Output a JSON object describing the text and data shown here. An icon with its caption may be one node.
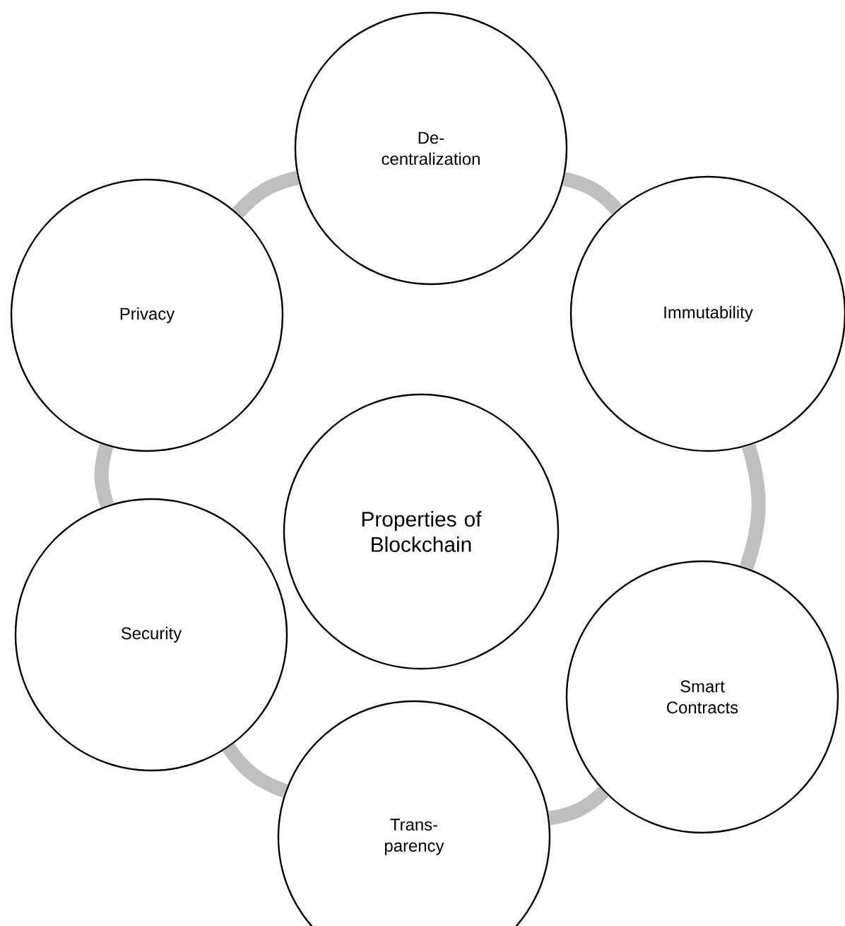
{
  "diagram": {
    "nodes": [
      {
        "text": [
          "Properties of Blockchain"
        ]
      },
      {
        "text": [
          "De-centralization"
        ]
      },
      {
        "text": [
          "Immutability"
        ]
      },
      {
        "text": [
          "Smart Contracts"
        ]
      },
      {
        "text": [
          "Trans-parency"
        ]
      },
      {
        "text": [
          "Security"
        ]
      },
      {
        "text": [
          "Privacy"
        ]
      }
    ],
    "edges": [
      {
        "from": 1,
        "to": 2,
        "arrow": "none"
      },
      {
        "from": 2,
        "to": 3,
        "arrow": "none"
      },
      {
        "from": 3,
        "to": 4,
        "arrow": "none"
      },
      {
        "from": 4,
        "to": 5,
        "arrow": "none"
      },
      {
        "from": 5,
        "to": 6,
        "arrow": "none"
      },
      {
        "from": 6,
        "to": 1,
        "arrow": "none"
      }
    ]
  }
}
